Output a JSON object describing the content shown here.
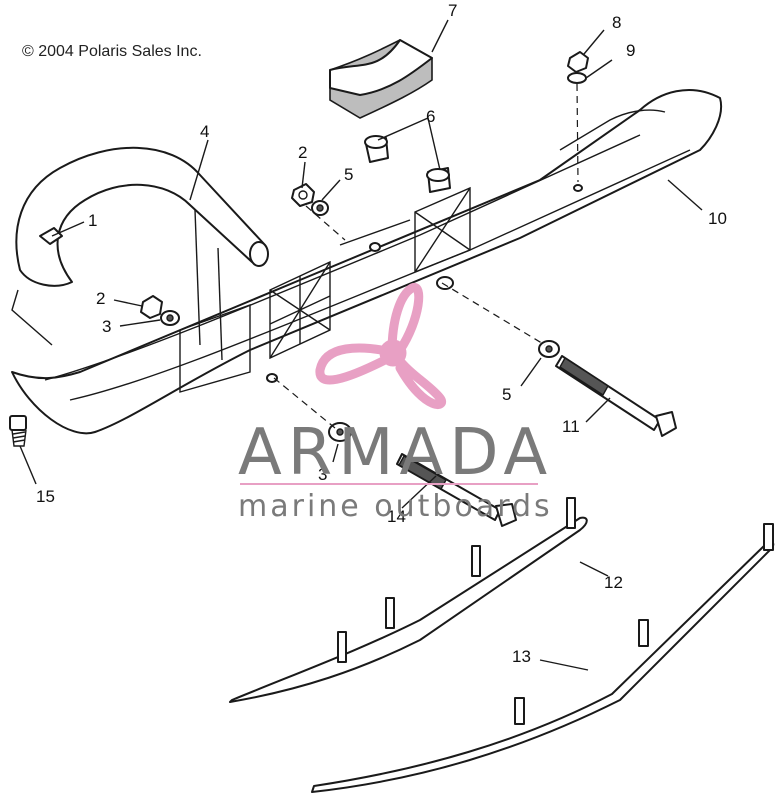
{
  "copyright": "© 2004 Polaris Sales Inc.",
  "callouts": {
    "c1": "1",
    "c2a": "2",
    "c2b": "2",
    "c3a": "3",
    "c3b": "3",
    "c4": "4",
    "c5a": "5",
    "c5b": "5",
    "c6": "6",
    "c7": "7",
    "c8": "8",
    "c9": "9",
    "c10": "10",
    "c11": "11",
    "c12": "12",
    "c13": "13",
    "c14": "14",
    "c15": "15"
  },
  "watermark": {
    "brand": "ARMADA",
    "tagline": "marine outboards",
    "colors": {
      "logo": "#e8a0c4",
      "text": "#7a7a7a",
      "rule": "#e8a0c4"
    }
  }
}
